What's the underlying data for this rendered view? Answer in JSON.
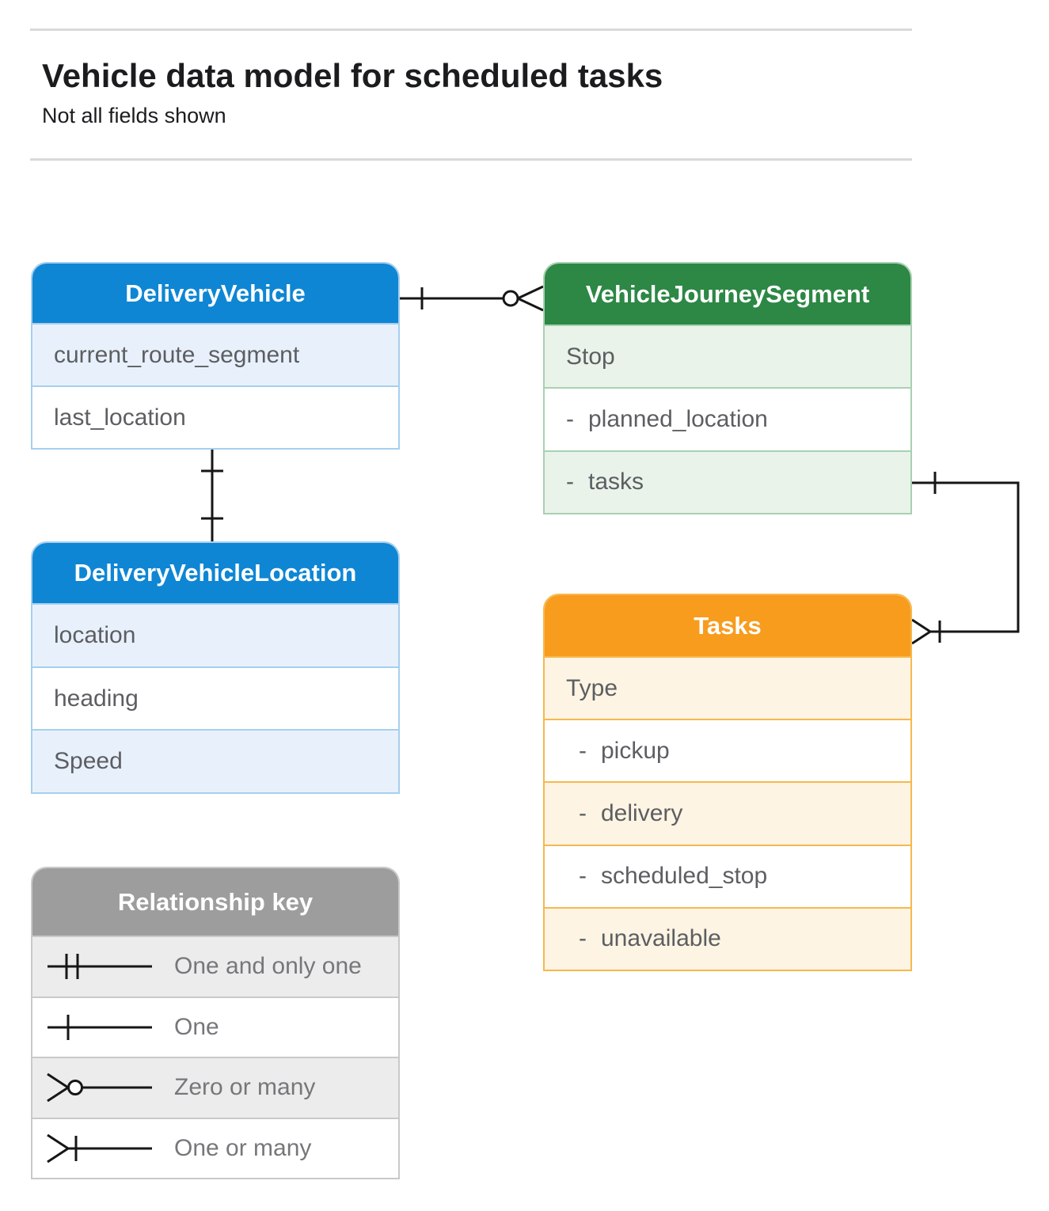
{
  "header": {
    "title": "Vehicle data model for scheduled tasks",
    "subtitle": "Not all fields shown"
  },
  "colors": {
    "blue": "#0e86d4",
    "blueTint": "#e8f1fb",
    "blueBorder": "#a6cfee",
    "green": "#2d8745",
    "greenTint": "#e9f3ea",
    "greenBorder": "#a8d1b1",
    "orange": "#f89c1e",
    "orangeTint": "#fdf4e3",
    "orangeBorder": "#f7b84d",
    "gray": "#9d9d9d",
    "grayTint": "#ececec",
    "grayBorder": "#c9c9c9",
    "line": "#161616",
    "rowText": "#5c5e62",
    "keyText": "#76777a",
    "title": "#1b1c1e",
    "divider": "#d9d9d9"
  },
  "entities": [
    {
      "id": "delivery-vehicle",
      "name": "DeliveryVehicle",
      "theme": "blue",
      "rows": [
        {
          "dash": false,
          "text": "current_route_segment"
        },
        {
          "dash": false,
          "text": "last_location"
        }
      ]
    },
    {
      "id": "vehicle-journey-segment",
      "name": "VehicleJourneySegment",
      "theme": "green",
      "rows": [
        {
          "dash": false,
          "text": "Stop"
        },
        {
          "dash": true,
          "text": "planned_location"
        },
        {
          "dash": true,
          "text": "tasks"
        }
      ]
    },
    {
      "id": "delivery-vehicle-location",
      "name": "DeliveryVehicleLocation",
      "theme": "blue",
      "rows": [
        {
          "dash": false,
          "text": "location"
        },
        {
          "dash": false,
          "text": "heading"
        },
        {
          "dash": false,
          "text": "Speed"
        }
      ]
    },
    {
      "id": "tasks",
      "name": "Tasks",
      "theme": "orange",
      "rows": [
        {
          "dash": false,
          "text": "Type"
        },
        {
          "dash": true,
          "text": "pickup"
        },
        {
          "dash": true,
          "text": "delivery"
        },
        {
          "dash": true,
          "text": "scheduled_stop"
        },
        {
          "dash": true,
          "text": "unavailable"
        }
      ]
    }
  ],
  "legend": {
    "title": "Relationship key",
    "items": [
      {
        "symbol": "one-and-only-one",
        "label": "One and only one"
      },
      {
        "symbol": "one",
        "label": "One"
      },
      {
        "symbol": "zero-or-many",
        "label": "Zero or many"
      },
      {
        "symbol": "one-or-many",
        "label": "One or many"
      }
    ]
  },
  "relationships": [
    {
      "from": "DeliveryVehicle",
      "to": "VehicleJourneySegment",
      "cardinality_from": "one",
      "cardinality_to": "zero or many"
    },
    {
      "from": "DeliveryVehicle.last_location",
      "to": "DeliveryVehicleLocation",
      "cardinality_from": "one",
      "cardinality_to": "one"
    },
    {
      "from": "VehicleJourneySegment.tasks",
      "to": "Tasks",
      "cardinality_from": "one",
      "cardinality_to": "one or many"
    }
  ]
}
